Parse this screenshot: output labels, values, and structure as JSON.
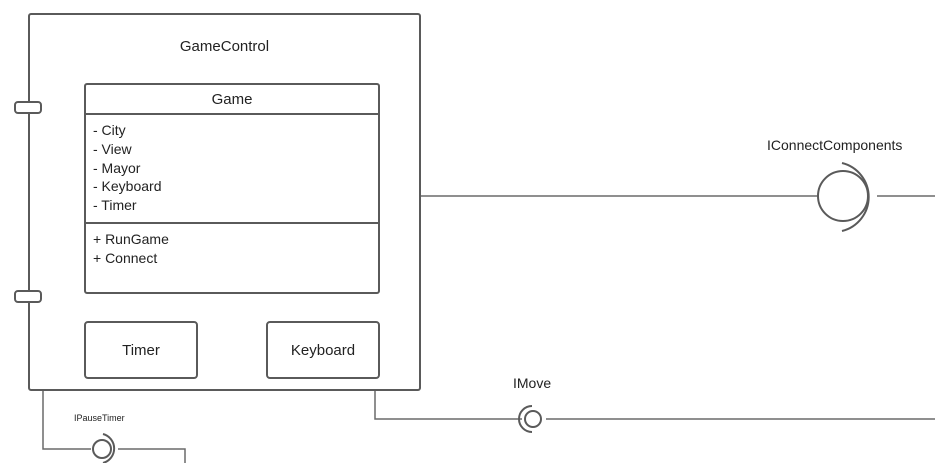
{
  "component": {
    "name": "GameControl"
  },
  "class_box": {
    "name": "Game",
    "attributes": [
      "- City",
      "- View",
      "- Mayor",
      "- Keyboard",
      "- Timer"
    ],
    "operations": [
      "+ RunGame",
      "+ Connect"
    ]
  },
  "sub_components": {
    "timer": "Timer",
    "keyboard": "Keyboard"
  },
  "interfaces": {
    "connect": "IConnectComponents",
    "move": "IMove",
    "pause": "IPauseTimer"
  }
}
